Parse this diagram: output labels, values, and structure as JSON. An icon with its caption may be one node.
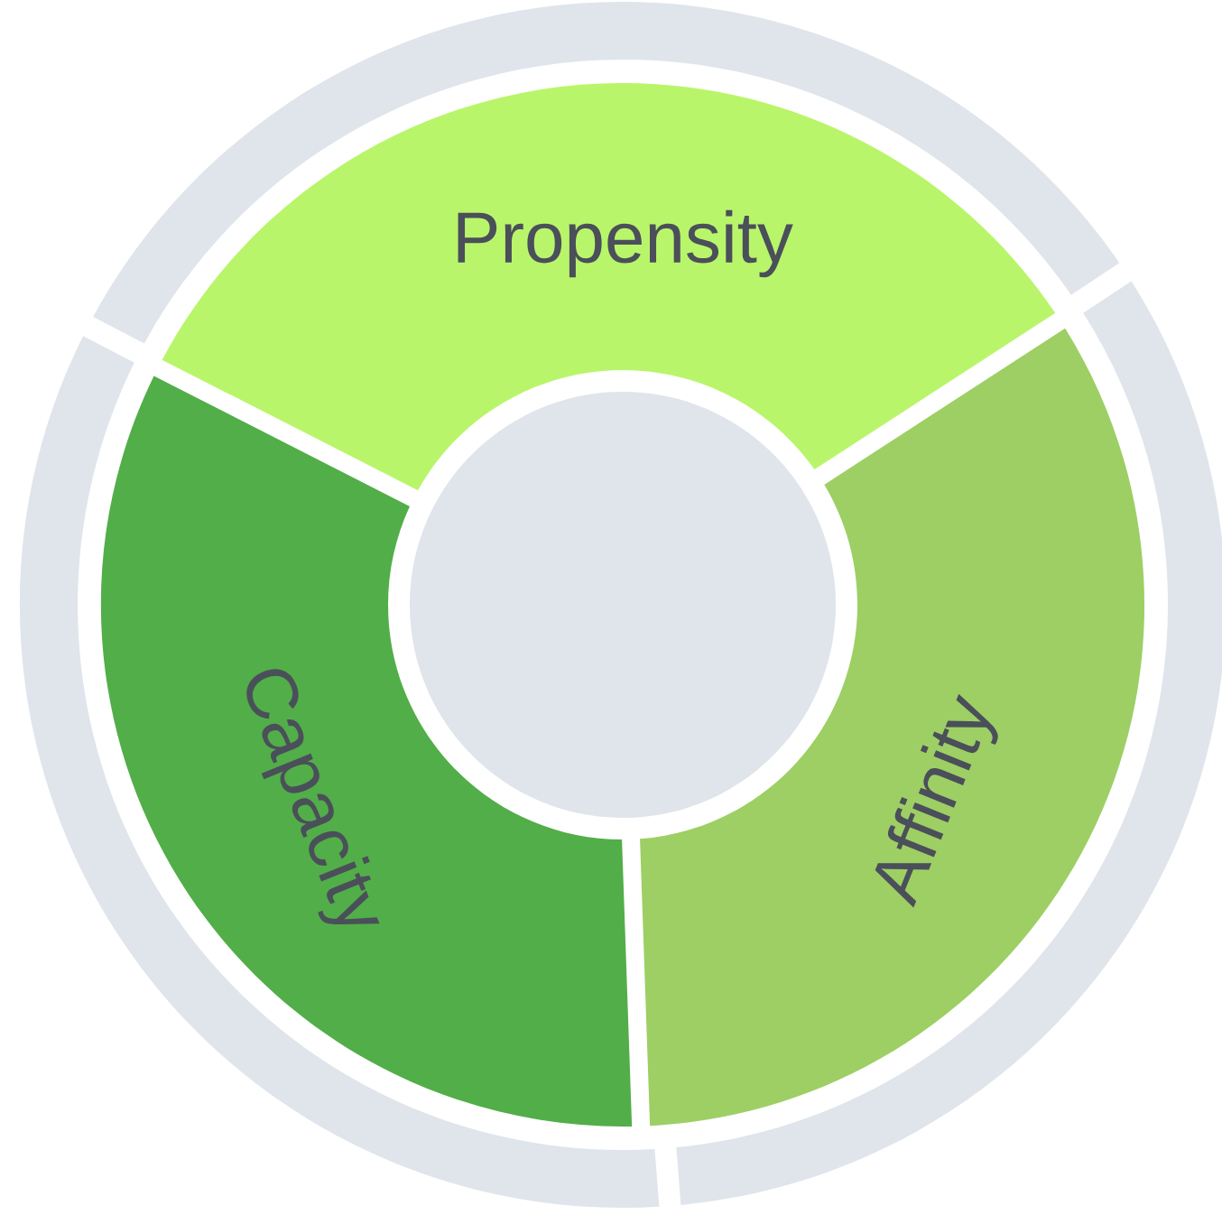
{
  "diagram": {
    "nodes": [
      {
        "text": [
          "Propensity"
        ]
      },
      {
        "text": [
          "Capacity"
        ]
      },
      {
        "text": [
          "Affinity"
        ]
      },
      {
        "text": [],
        "shape": "circle"
      }
    ]
  }
}
